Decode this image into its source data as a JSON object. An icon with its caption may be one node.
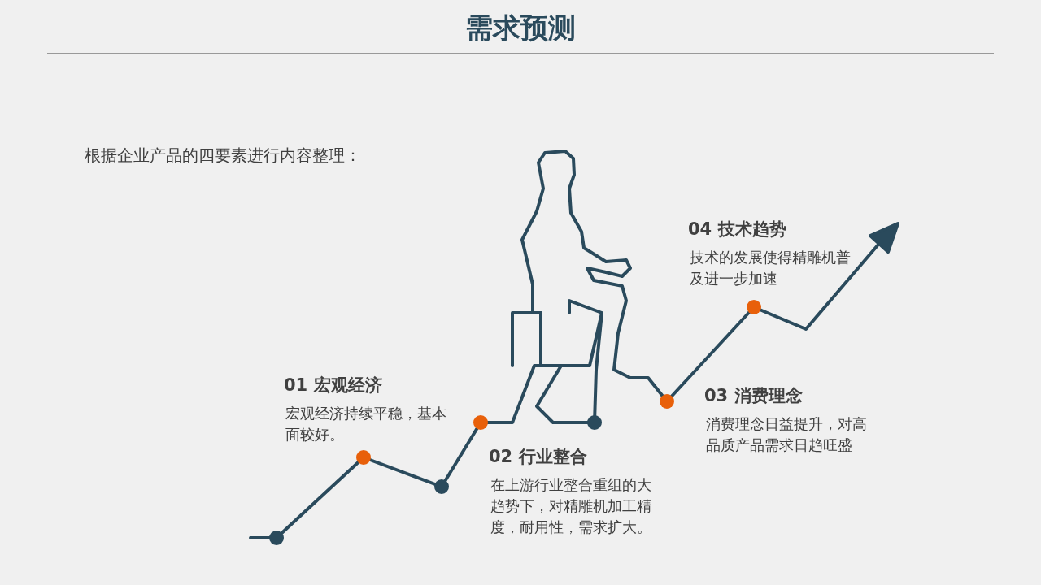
{
  "diagram": {
    "title": "需求预测",
    "labels": [
      "根据企业产品的四要素进行内容整理：",
      "04 技术趋势",
      "技术的发展使得精雕机普及进一步加速",
      "01 宏观经济",
      "宏观经济持续平稳，基本面较好。",
      "03 消费理念",
      "消费理念日益提升，对高品质产品需求日趋旺盛",
      "02 行业整合",
      "在上游行业整合重组的大趋势下，对精雕机加工精度，耐用性，需求扩大。"
    ]
  }
}
